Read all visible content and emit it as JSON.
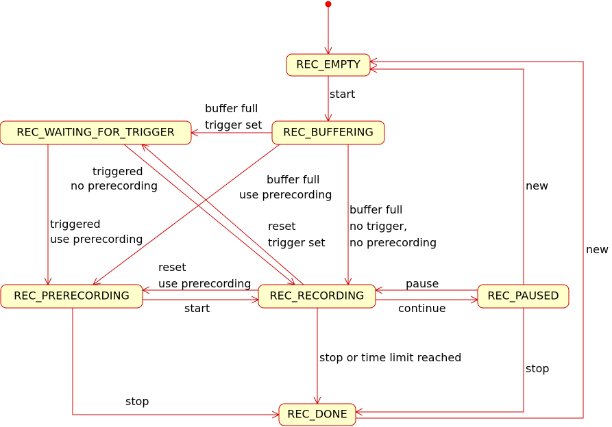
{
  "diagram": {
    "colors": {
      "line": "#cc0000",
      "node_fill": "#ffffcc",
      "text": "#000000"
    },
    "states": {
      "empty": "REC_EMPTY",
      "waiting": "REC_WAITING_FOR_TRIGGER",
      "buffering": "REC_BUFFERING",
      "prerecording": "REC_PRERECORDING",
      "recording": "REC_RECORDING",
      "paused": "REC_PAUSED",
      "done": "REC_DONE"
    },
    "labels": {
      "start_empty_buffering": "start",
      "buffering_to_waiting_l1": "buffer full",
      "buffering_to_waiting_l2": "trigger set",
      "waiting_to_recording_l1": "triggered",
      "waiting_to_recording_l2": "no prerecording",
      "buffering_to_prerec_l1": "buffer full",
      "buffering_to_prerec_l2": "use prerecording",
      "waiting_to_prerec_l1": "triggered",
      "waiting_to_prerec_l2": "use prerecording",
      "recording_to_waiting_l1": "reset",
      "recording_to_waiting_l2": "trigger set",
      "buffering_to_recording_l1": "buffer full",
      "buffering_to_recording_l2": "no trigger,",
      "buffering_to_recording_l3": "no prerecording",
      "recording_to_prerec_l1": "reset",
      "recording_to_prerec_l2": "use prerecording",
      "prerec_to_recording": "start",
      "paused_to_recording": "pause",
      "recording_to_paused": "continue",
      "recording_to_done": "stop or time limit reached",
      "prerec_to_done": "stop",
      "paused_to_done": "stop",
      "paused_to_empty": "new",
      "done_to_empty": "new"
    }
  }
}
